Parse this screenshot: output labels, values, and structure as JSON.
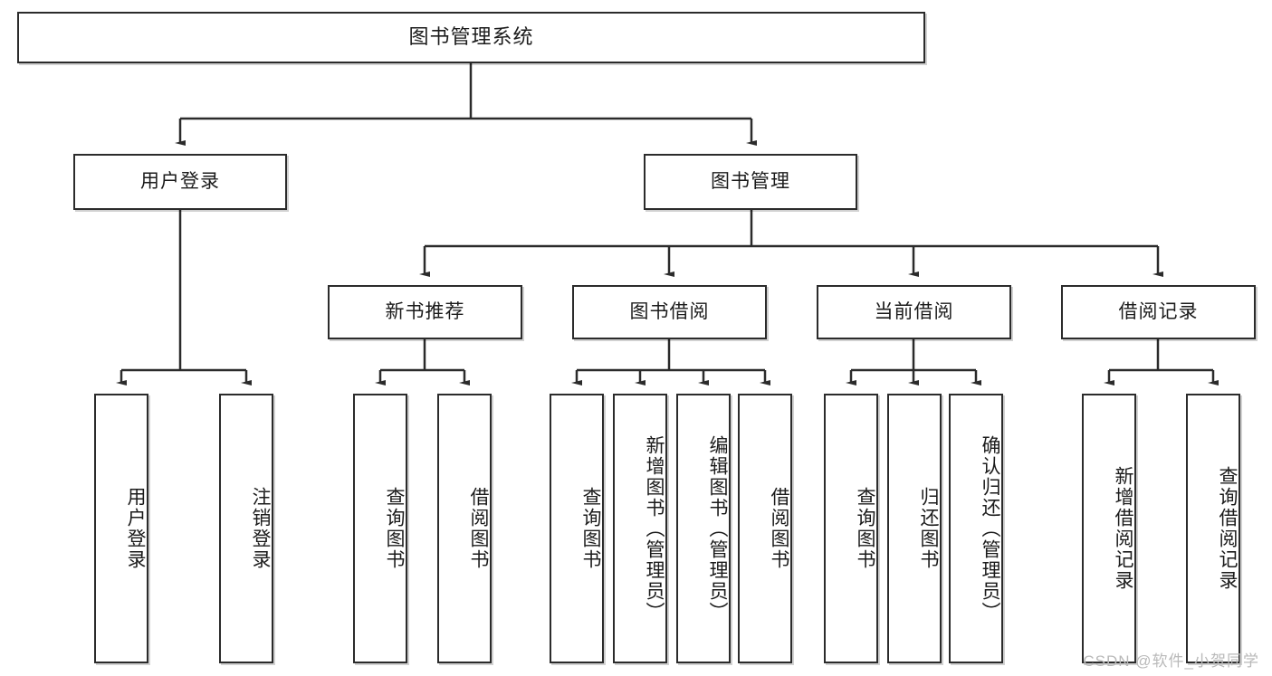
{
  "diagram": {
    "title": "图书管理系统",
    "watermark": "CSDN @软件_小贺同学",
    "colors": {
      "box_border": "#2b2b2b",
      "box_fill": "#ffffff",
      "line": "#2b2b2b",
      "background": "#ffffff",
      "watermark": "#b9b9b9"
    },
    "root": {
      "label": "图书管理系统"
    },
    "level2": [
      {
        "label": "用户登录"
      },
      {
        "label": "图书管理"
      }
    ],
    "level3": [
      {
        "label": "新书推荐"
      },
      {
        "label": "图书借阅"
      },
      {
        "label": "当前借阅"
      },
      {
        "label": "借阅记录"
      }
    ],
    "leaves": {
      "user_login": [
        {
          "label": "用户登录"
        },
        {
          "label": "注销登录"
        }
      ],
      "new_book_recommend": [
        {
          "label": "查询图书"
        },
        {
          "label": "借阅图书"
        }
      ],
      "book_borrow": [
        {
          "label": "查询图书"
        },
        {
          "label": "新增图书（管理员）"
        },
        {
          "label": "编辑图书（管理员）"
        },
        {
          "label": "借阅图书"
        }
      ],
      "current_borrow": [
        {
          "label": "查询图书"
        },
        {
          "label": "归还图书"
        },
        {
          "label": "确认归还（管理员）"
        }
      ],
      "borrow_record": [
        {
          "label": "新增借阅记录"
        },
        {
          "label": "查询借阅记录"
        }
      ]
    }
  }
}
